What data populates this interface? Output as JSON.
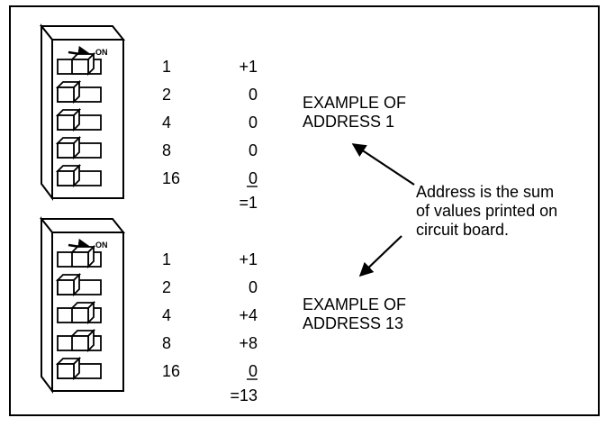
{
  "on_label": "ON",
  "switch_blocks": [
    {
      "switches": [
        {
          "label": "1",
          "value": "+1",
          "on": true
        },
        {
          "label": "2",
          "value": "0",
          "on": false
        },
        {
          "label": "4",
          "value": "0",
          "on": false
        },
        {
          "label": "8",
          "value": "0",
          "on": false
        },
        {
          "label": "16",
          "value": "0",
          "on": false
        }
      ],
      "total": "=1",
      "example_line1": "EXAMPLE OF",
      "example_line2": "ADDRESS 1"
    },
    {
      "switches": [
        {
          "label": "1",
          "value": "+1",
          "on": true
        },
        {
          "label": "2",
          "value": "0",
          "on": false
        },
        {
          "label": "4",
          "value": "+4",
          "on": true
        },
        {
          "label": "8",
          "value": "+8",
          "on": true
        },
        {
          "label": "16",
          "value": "0",
          "on": false
        }
      ],
      "total": "=13",
      "example_line1": "EXAMPLE OF",
      "example_line2": "ADDRESS 13"
    }
  ],
  "explanation": {
    "line1": "Address is the sum",
    "line2": "of values printed on",
    "line3": "circuit board."
  }
}
